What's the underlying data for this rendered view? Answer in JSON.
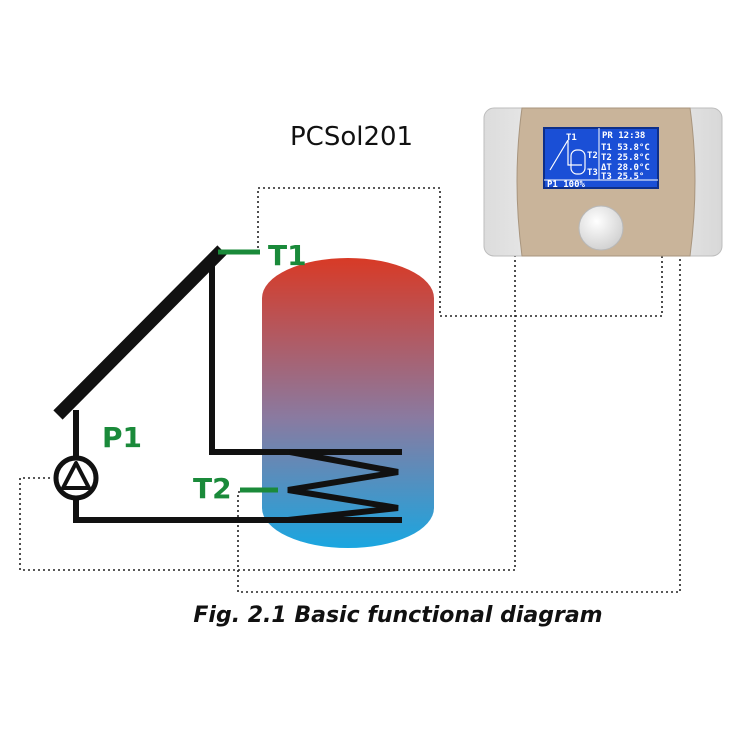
{
  "controller": {
    "model_label": "PCSol201",
    "lcd": {
      "header": "PR 12:38",
      "lines": [
        "T1 53.8°C",
        "T2 25.8°C",
        "ΔT 28.0°C",
        "T3 25.5°"
      ],
      "footer": "P1 100%",
      "label_t1": "T1",
      "label_t2": "T2",
      "label_t3": "T3"
    }
  },
  "labels": {
    "t1": "T1",
    "t2": "T2",
    "p1": "P1"
  },
  "caption": "Fig. 2.1 Basic functional diagram",
  "colors": {
    "sensor_green": "#1a8a3a",
    "tank_top": "#d83a26",
    "tank_bottom": "#1aa6e0",
    "pipe": "#111111",
    "lcd_blue": "#1a4fd6",
    "device_body": "#eeeeee",
    "device_panel": "#c9b49a"
  }
}
